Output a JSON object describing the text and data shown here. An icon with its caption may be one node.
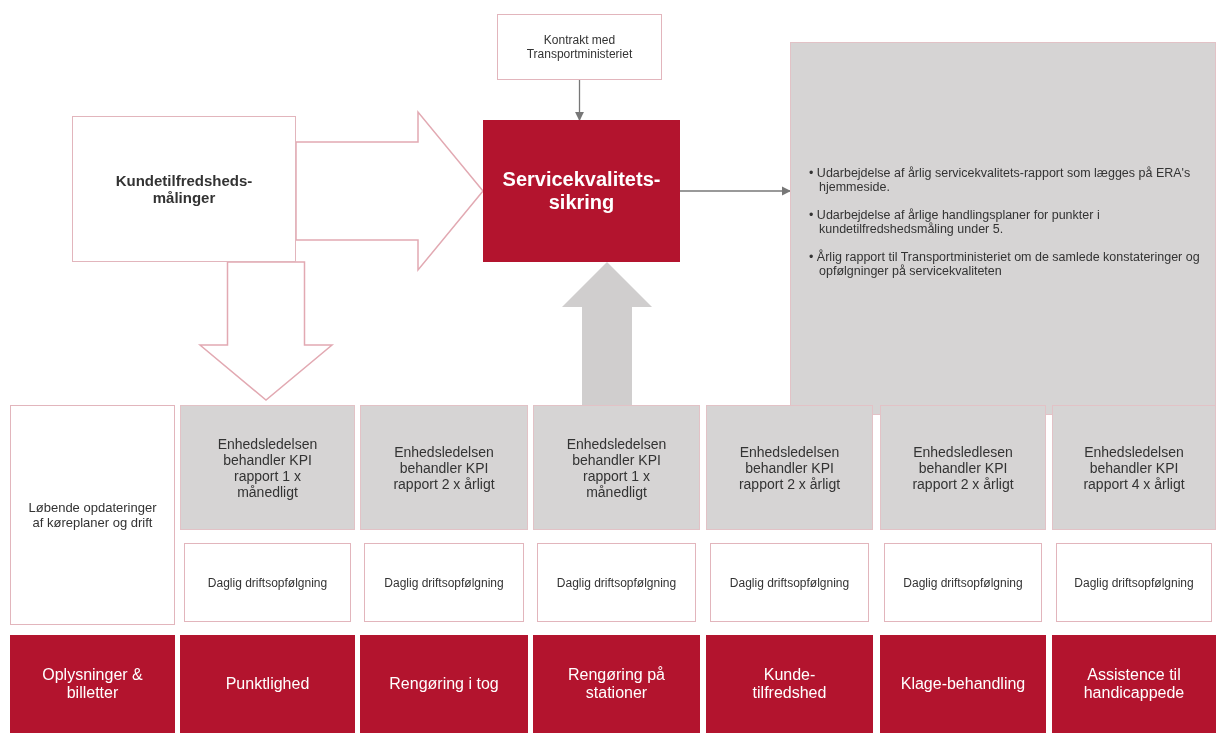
{
  "diagram": {
    "nodes": [
      {
        "text": [
          "Kundetilfredsheds-målinger"
        ]
      },
      {
        "text": [
          "Kontrakt med Transportministeriet"
        ]
      },
      {
        "text": [
          "Servicekvalitets-sikring"
        ]
      },
      {
        "text": [
          "• Udarbejdelse af årlig servicekvalitets-rapport som lægges på ERA's hjemmeside.",
          "• Udarbejdelse af årlige handlingsplaner for punkter i kundetilfredshedsmåling under 5.",
          "• Årlig rapport til Transportministeriet om de samlede konstateringer og opfølgninger på servicekvaliteten"
        ]
      },
      {
        "text": [
          "Løbende opdateringer af køreplaner og drift"
        ]
      },
      {
        "text": [
          "Enhedsledelsen behandler KPI rapport 1 x månedligt"
        ]
      },
      {
        "text": [
          "Enhedsledelsen behandler KPI rapport 2 x årligt"
        ]
      },
      {
        "text": [
          "Enhedsledelsen behandler KPI rapport 1 x månedligt"
        ]
      },
      {
        "text": [
          "Enhedsledelsen behandler KPI rapport 2 x årligt"
        ]
      },
      {
        "text": [
          "Enhedsledlesen behandler KPI rapport 2 x årligt"
        ]
      },
      {
        "text": [
          "Enhedsledelsen behandler KPI rapport 4 x årligt"
        ]
      },
      {
        "text": [
          "Daglig driftsopfølgning"
        ]
      },
      {
        "text": [
          "Daglig driftsopfølgning"
        ]
      },
      {
        "text": [
          "Daglig driftsopfølgning"
        ]
      },
      {
        "text": [
          "Daglig driftsopfølgning"
        ]
      },
      {
        "text": [
          "Daglig driftsopfølgning"
        ]
      },
      {
        "text": [
          "Daglig driftsopfølgning"
        ]
      },
      {
        "text": [
          "Oplysninger & billetter"
        ]
      },
      {
        "text": [
          "Punktlighed"
        ]
      },
      {
        "text": [
          "Rengøring i tog"
        ]
      },
      {
        "text": [
          "Rengøring på stationer"
        ]
      },
      {
        "text": [
          "Kunde-tilfredshed"
        ]
      },
      {
        "text": [
          "Klage-behandling"
        ]
      },
      {
        "text": [
          "Assistence til handicappede"
        ]
      }
    ],
    "edges": [
      {
        "from": 0,
        "to": 2,
        "arrow": "to"
      },
      {
        "from": 1,
        "to": 2,
        "arrow": "to"
      },
      {
        "from": 2,
        "to": 3,
        "arrow": "to"
      },
      {
        "from": 0,
        "to": null,
        "arrow": "to"
      },
      {
        "from": null,
        "to": 2,
        "arrow": "to",
        "color": "#d0cece"
      }
    ]
  }
}
